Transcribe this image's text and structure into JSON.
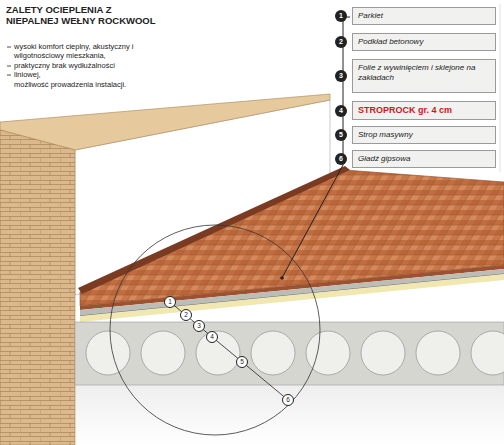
{
  "diagram": {
    "title": "ZALETY OCIEPLENIA Z NIEPALNEJ WEŁNY ROCKWOOL",
    "nodes": [
      {
        "text": [
          "1",
          "Parkiet"
        ]
      },
      {
        "text": [
          "2",
          "Podkład betonowy"
        ]
      },
      {
        "text": [
          "3",
          "Folie z wywinięciem i sklejone na zakładach"
        ]
      },
      {
        "text": [
          "4",
          "STROPROCK gr. 4 cm"
        ]
      },
      {
        "text": [
          "5",
          "Strop masywny"
        ]
      },
      {
        "text": [
          "6",
          "Gładź gipsowa"
        ]
      }
    ],
    "labels": [
      "wysoki komfort cieplny, akustyczny i wilgotnościowy mieszkania,",
      "praktyczny brak wydłużalności liniowej,",
      "możliwość prowadzenia instalacji.",
      "1",
      "2",
      "3",
      "4",
      "5",
      "6"
    ]
  }
}
